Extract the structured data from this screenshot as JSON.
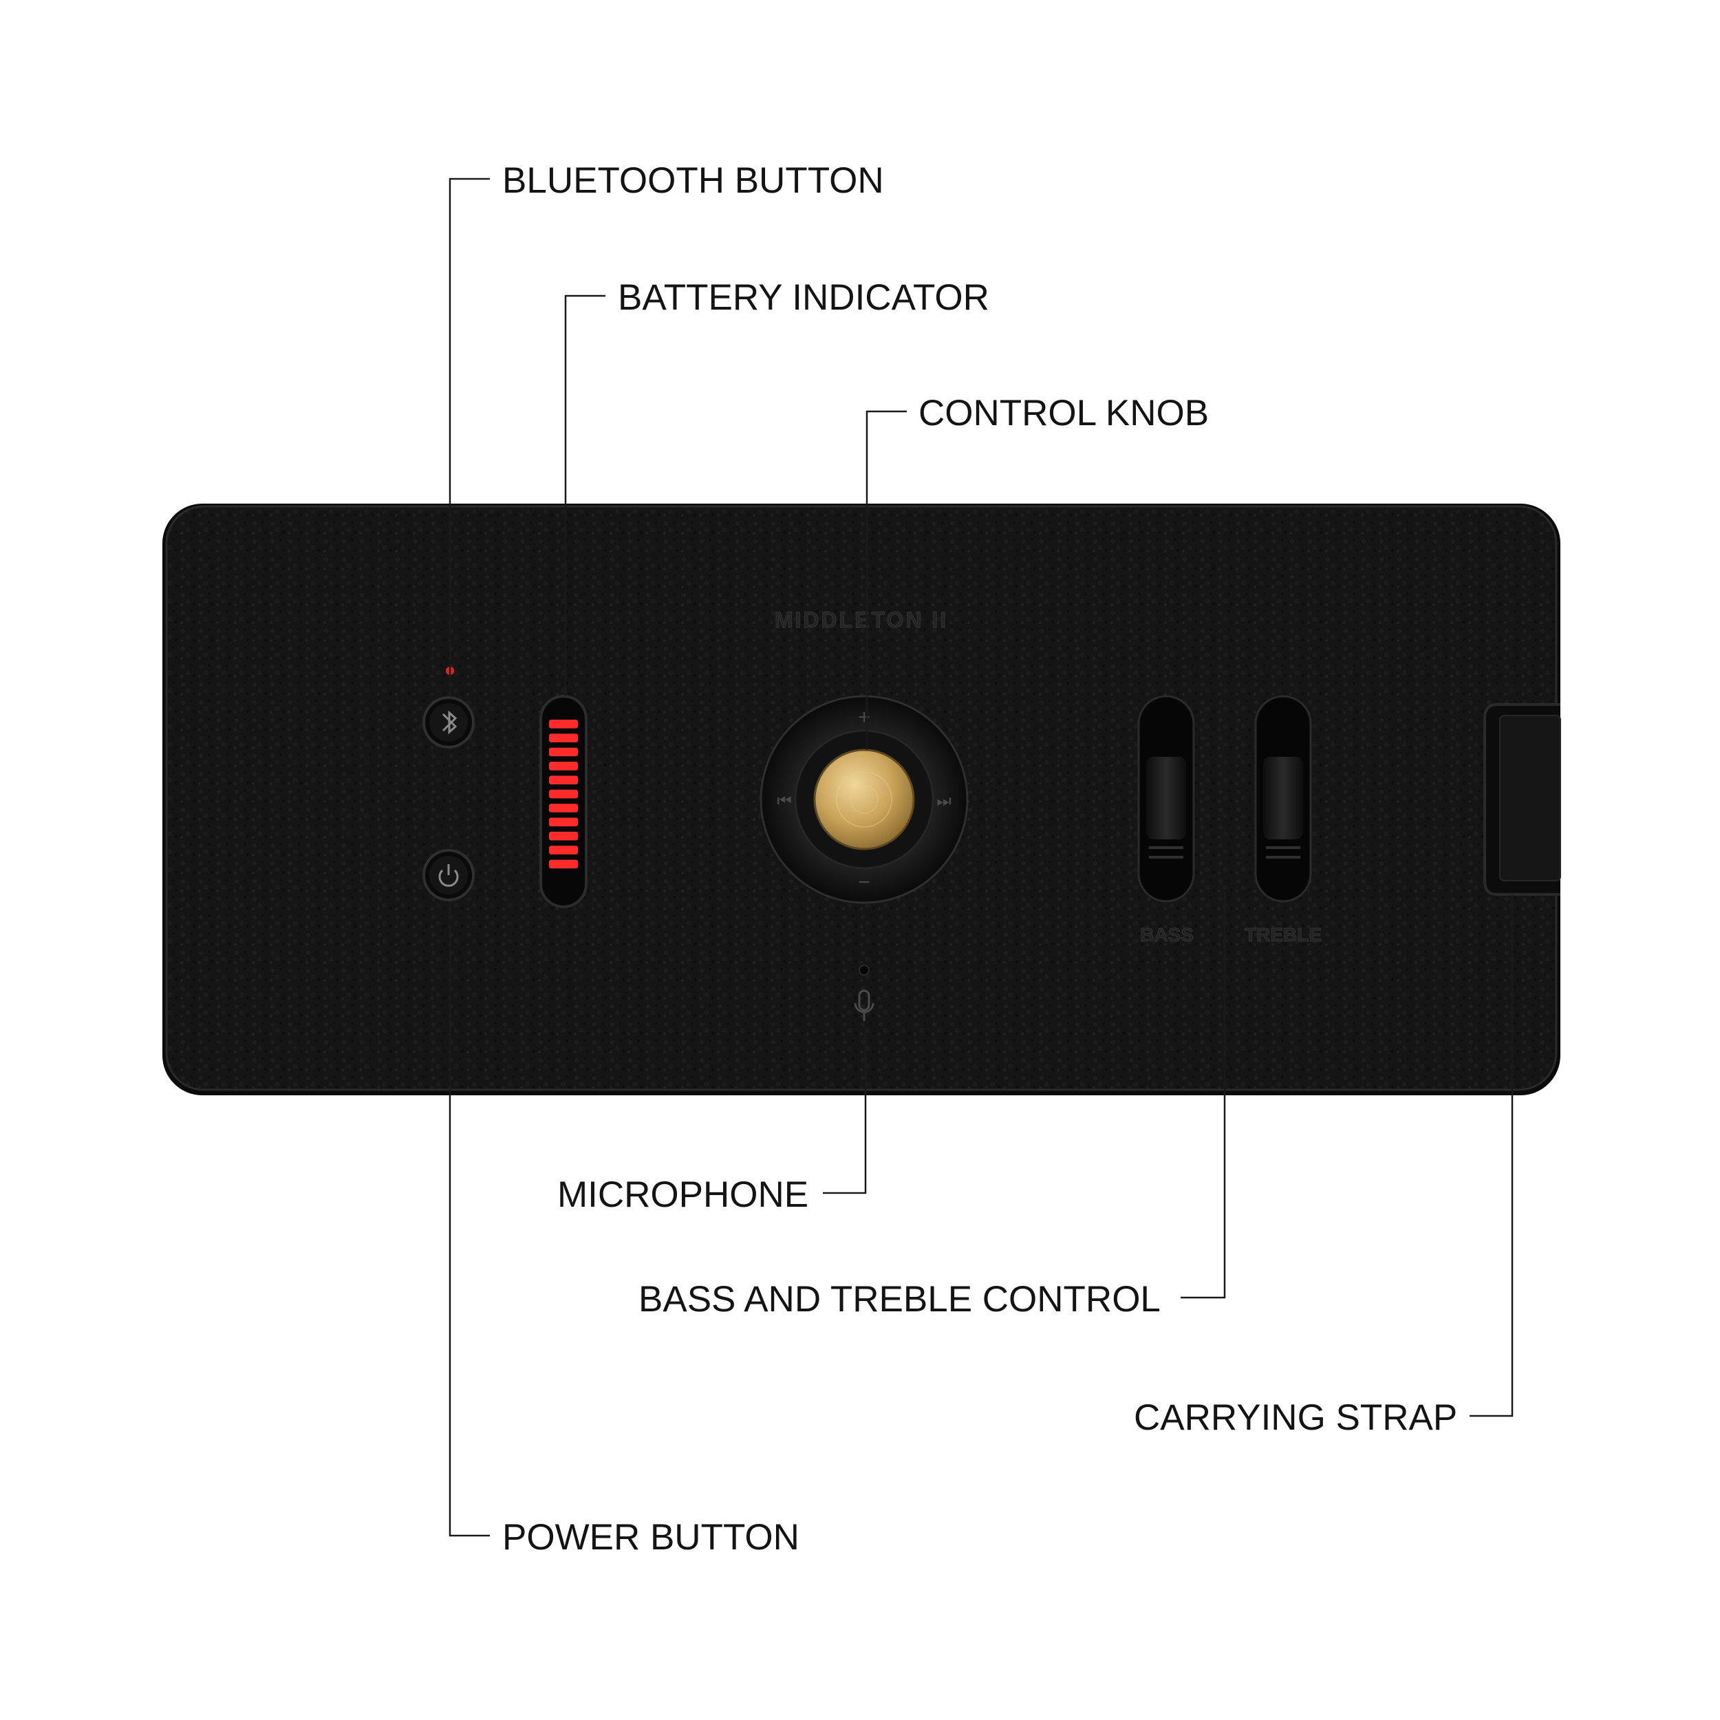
{
  "callouts": {
    "bluetooth": "BLUETOOTH BUTTON",
    "battery": "BATTERY INDICATOR",
    "knob": "CONTROL KNOB",
    "microphone": "MICROPHONE",
    "bass_treble": "BASS AND TREBLE CONTROL",
    "strap": "CARRYING STRAP",
    "power": "POWER BUTTON"
  },
  "device": {
    "model_label": "MIDDLETON II",
    "bass_label": "BASS",
    "treble_label": "TREBLE",
    "knob_symbols": {
      "plus": "+",
      "minus": "−",
      "prev": "⏮",
      "next": "⏭"
    }
  },
  "battery_level": {
    "lit_segments": 11,
    "total_segments": 11
  },
  "colors": {
    "body": "#141414",
    "brass": "#c9a35a",
    "battery_lit": "#ff2a2a",
    "led": "#e0261e",
    "leader_line": "#1a1a1a"
  }
}
